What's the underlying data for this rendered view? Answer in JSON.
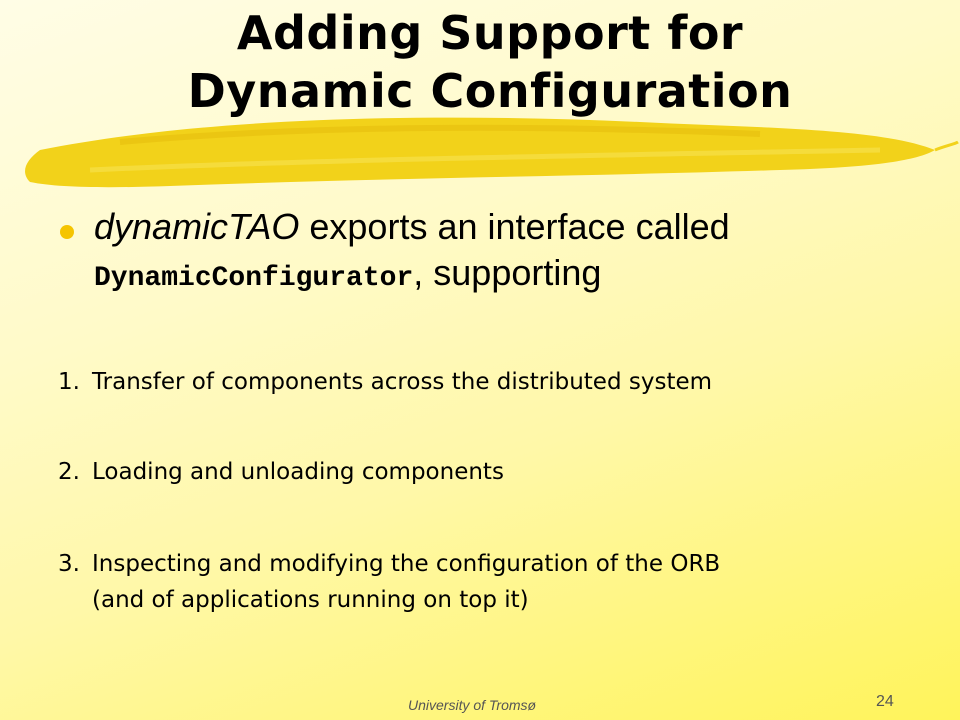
{
  "title": {
    "line1": "Adding Support for",
    "line2": "Dynamic Configuration"
  },
  "bullet": {
    "emphasis": "dynamicTAO",
    "text_before_code": " exports an interface called",
    "code": "DynamicConfigurator",
    "text_after_code": ", supporting"
  },
  "items": [
    {
      "number": "1.",
      "text": "Transfer of components across the distributed system"
    },
    {
      "number": "2.",
      "text": "Loading and unloading components"
    },
    {
      "number": "3.",
      "text": "Inspecting and modifying the configuration of the ORB",
      "continuation": "(and of applications running on top it)"
    }
  ],
  "footer": {
    "institution": "University of Tromsø",
    "page_number": "24"
  },
  "colors": {
    "highlight": "#f2d21a",
    "bullet": "#f5c400"
  }
}
